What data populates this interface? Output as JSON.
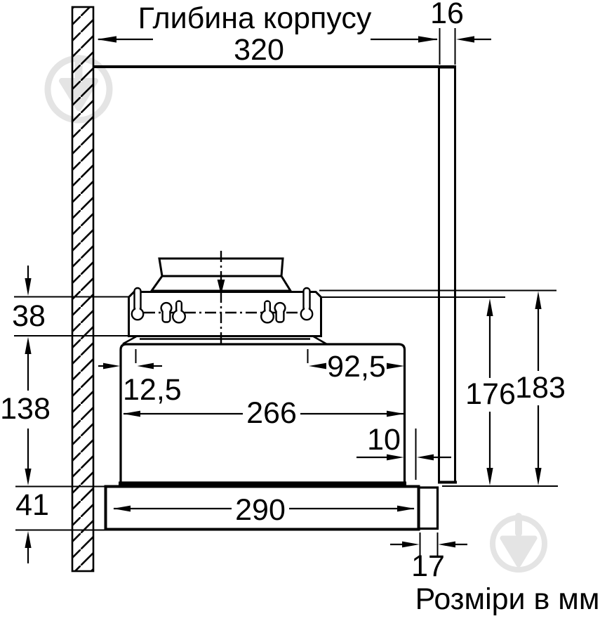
{
  "page": {
    "background": "#ffffff"
  },
  "diagram": {
    "title": "Глибина корпусу",
    "units_note": "Розміри в мм",
    "dimensions": {
      "cabinet_depth": "320",
      "panel_thickness": "16",
      "top_offset": "38",
      "body_height": "138",
      "visor_height": "41",
      "left_inset": "12,5",
      "right_inset": "92,5",
      "body_width": "266",
      "rear_gap": "10",
      "hook_height": "176",
      "total_height": "183",
      "visor_width": "290",
      "visor_thickness": "17"
    },
    "colors": {
      "line": "#000000",
      "watermark": "#e4e4e4"
    }
  }
}
